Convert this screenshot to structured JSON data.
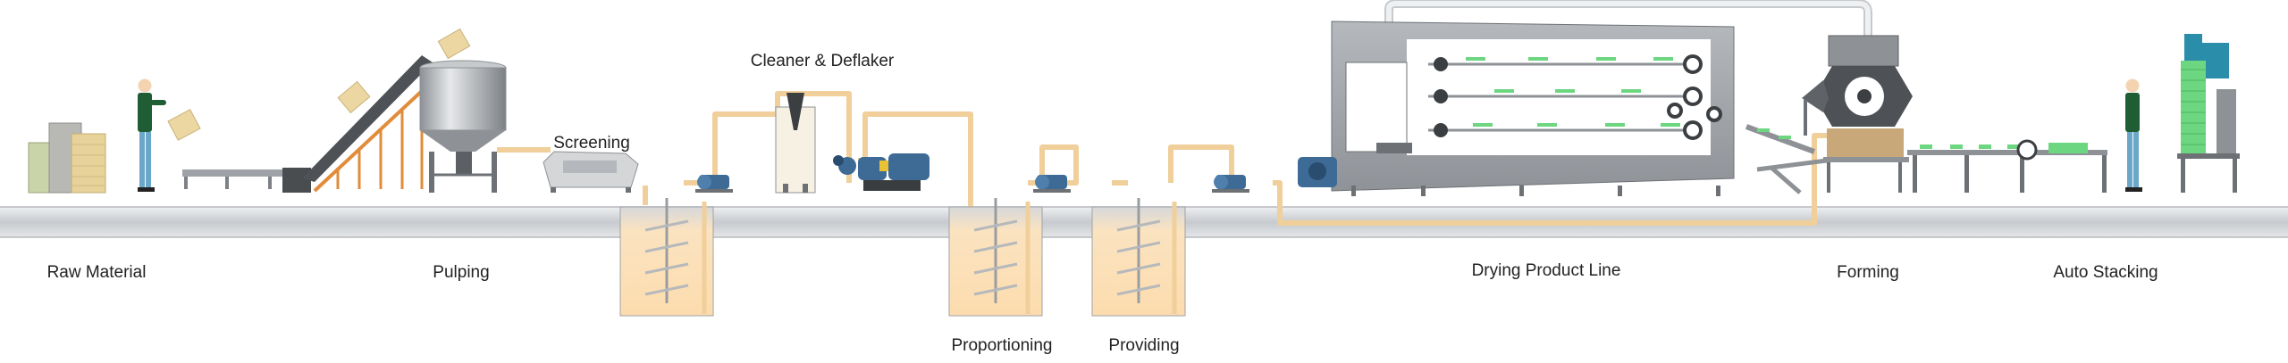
{
  "diagram": {
    "stages": [
      {
        "id": "raw-material",
        "label": "Raw Material"
      },
      {
        "id": "pulping",
        "label": "Pulping"
      },
      {
        "id": "screening",
        "label": "Screening"
      },
      {
        "id": "cleaner-deflaker",
        "label": "Cleaner & Deflaker"
      },
      {
        "id": "proportioning",
        "label": "Proportioning"
      },
      {
        "id": "providing",
        "label": "Providing"
      },
      {
        "id": "drying",
        "label": "Drying Product Line"
      },
      {
        "id": "forming",
        "label": "Forming"
      },
      {
        "id": "auto-stacking",
        "label": "Auto Stacking"
      }
    ],
    "colors": {
      "pipe": "#f0cf9a",
      "tank": "#fbe3c0",
      "pump": "#3d6b96",
      "floor": "#c9ccd0",
      "dryer": "#9a9ea3",
      "worker_shirt": "#1f5e35",
      "worker_pants": "#6aa7c9",
      "stacker": "#2a8eaa",
      "product": "#6dd680"
    }
  }
}
